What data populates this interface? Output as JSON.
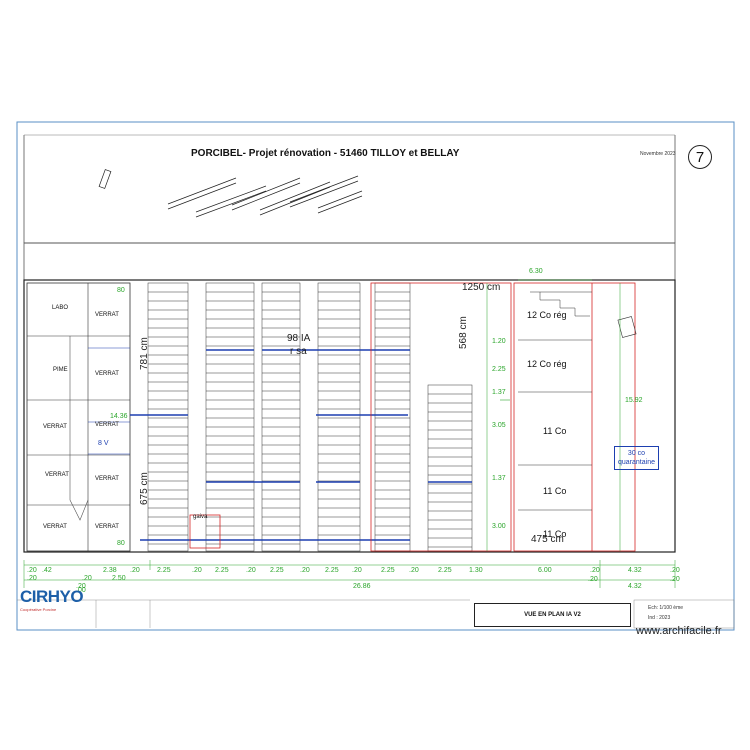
{
  "header": {
    "project_title": "PORCIBEL- Projet rénovation - 51460 TILLOY et BELLAY",
    "date": "Novembre 2023",
    "sheet_number": "7"
  },
  "left_block": {
    "rows": [
      {
        "left": "LABO",
        "right": "VERRAT"
      },
      {
        "left": "PIME",
        "right": "VERRAT"
      },
      {
        "left": "VERRAT",
        "right": "VERRAT"
      },
      {
        "left": "VERRAT",
        "right": "VERRAT"
      },
      {
        "left": "VERRAT",
        "right": "VERRAT"
      }
    ],
    "label_8v": "8 V",
    "dim_1436": "14.36",
    "dim_80a": "80",
    "dim_80b": "80"
  },
  "plan_labels": {
    "dim_781": "781 cm",
    "dim_675": "675 cm",
    "label_98": "98 IA",
    "label_sa": "r sa",
    "dim_568": "568 cm",
    "dim_1250": "1250 cm",
    "dim_475": "475 cm",
    "label_gaiva": "gaiva",
    "dim_630": "6.30",
    "dim_1592": "15.92",
    "right_dims": [
      "1.20",
      "2.25",
      "1.37",
      "3.05",
      "1.37",
      "3.00"
    ]
  },
  "right_pens": [
    {
      "label": "12 Co rég"
    },
    {
      "label": "12 Co rég"
    },
    {
      "label": "11 Co"
    },
    {
      "label": "11 Co"
    },
    {
      "label": "11 Co"
    }
  ],
  "quarantine": {
    "line1": "30 co",
    "line2": "quarantaine"
  },
  "bottom_dims": {
    "row1": [
      ".20",
      ".42",
      "2.38",
      ".20",
      "2.25",
      ".20",
      "2.25",
      ".20",
      "2.25",
      ".20",
      "2.25",
      ".20",
      "2.25",
      ".20",
      "2.25",
      "1.30",
      "6.00",
      ".20",
      "4.32",
      ".20"
    ],
    "row2": [
      ".20",
      ".20",
      "2.50",
      "26.86",
      ".20",
      "4.32",
      ".20"
    ],
    "row3": [
      ".20",
      ".00"
    ]
  },
  "footer": {
    "logo": "CIRHYO",
    "logo_sub": "Coopérative Porcine",
    "view_title": "VUE EN PLAN  IA V2",
    "meta_lines": [
      "Ech: 1/100 ème",
      "Ind : 2023"
    ]
  },
  "watermark": "www.archifacile.fr"
}
